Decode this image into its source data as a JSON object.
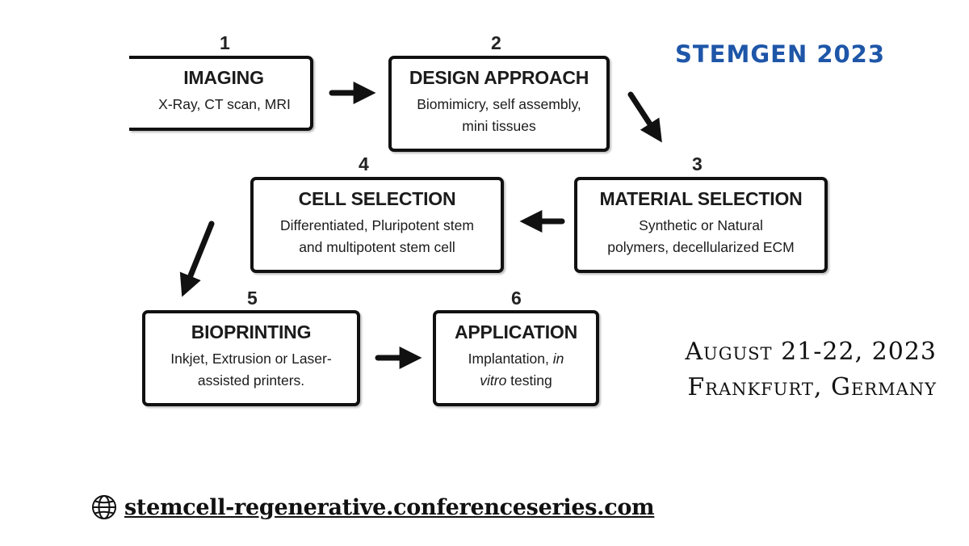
{
  "brand": "STEMGEN 2023",
  "event": {
    "date": "August 21-22, 2023",
    "location": "Frankfurt, Germany"
  },
  "footer": {
    "link": "stemcell-regenerative.conferenceseries.com",
    "icon": "globe-icon"
  },
  "steps": [
    {
      "number": "1",
      "title": "IMAGING",
      "desc_1": "X-Ray, CT scan, MRI"
    },
    {
      "number": "2",
      "title": "DESIGN APPROACH",
      "desc_1": "Biomimicry, self assembly,",
      "desc_2": "mini tissues"
    },
    {
      "number": "3",
      "title": "MATERIAL SELECTION",
      "desc_1": "Synthetic or Natural",
      "desc_2": "polymers, decellularized ECM"
    },
    {
      "number": "4",
      "title": "CELL SELECTION",
      "desc_1": "Differentiated, Pluripotent stem",
      "desc_2": "and multipotent stem cell"
    },
    {
      "number": "5",
      "title": "BIOPRINTING",
      "desc_1": "Inkjet, Extrusion or Laser-",
      "desc_2": "assisted printers."
    },
    {
      "number": "6",
      "title": "APPLICATION",
      "desc_1a": "Implantation, ",
      "desc_1b": "in",
      "desc_2a": "vitro",
      "desc_2b": " testing"
    }
  ],
  "colors": {
    "brand": "#1e56a8",
    "border": "#111111",
    "text": "#111111"
  }
}
